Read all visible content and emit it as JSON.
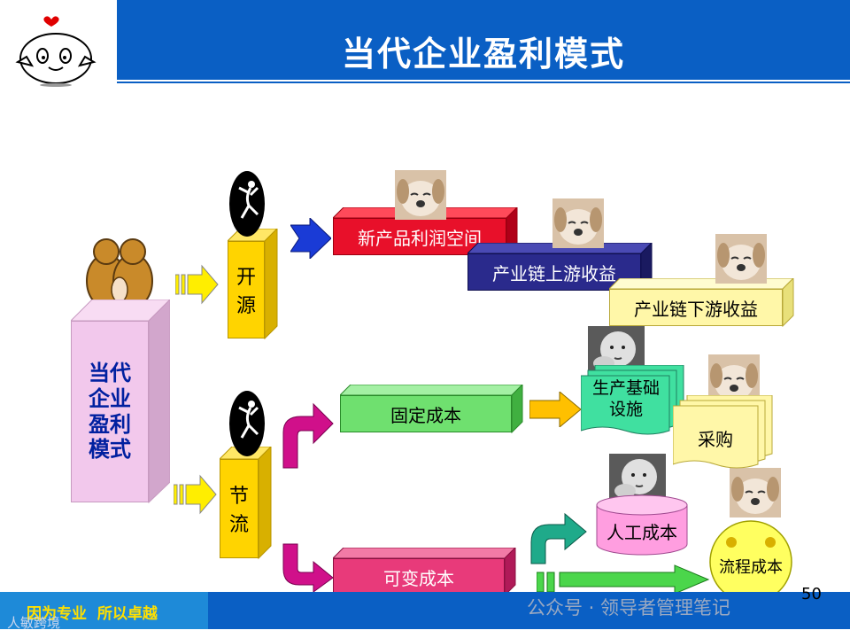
{
  "slide": {
    "title": "当代企业盈利模式",
    "page_number": "50",
    "footer_slogan": "因为专业  所以卓越",
    "watermark_left": "人敏跨境",
    "watermark_right": "公众号 · 领导者管理笔记"
  },
  "central": {
    "label_line1": "当代",
    "label_line2": "企业",
    "label_line3": "盈利",
    "label_line4": "模式"
  },
  "branches": {
    "kaiyuan_line1": "开",
    "kaiyuan_line2": "源",
    "jieliu_line1": "节",
    "jieliu_line2": "流"
  },
  "revenue": {
    "new_product": "新产品利润空间",
    "upstream": "产业链上游收益",
    "downstream": "产业链下游收益"
  },
  "cost": {
    "fixed": "固定成本",
    "variable": "可变成本",
    "infra_line1": "生产基础",
    "infra_line2": "设施",
    "purchase": "采购",
    "labor": "人工成本",
    "process": "流程成本"
  },
  "colors": {
    "header_blue": "#0a5fc4",
    "pink_box": "#f2c8ec",
    "yellow_box": "#ffd400",
    "red_box": "#e8102a",
    "navy_box": "#2a2a8c",
    "light_yellow": "#fff7a8",
    "green_box": "#6fe06f",
    "magenta_box": "#e83a7a",
    "arrow_yellow": "#ffee00",
    "arrow_magenta": "#d0108a",
    "arrow_teal": "#1faa8a",
    "arrow_green": "#4bd64b"
  }
}
